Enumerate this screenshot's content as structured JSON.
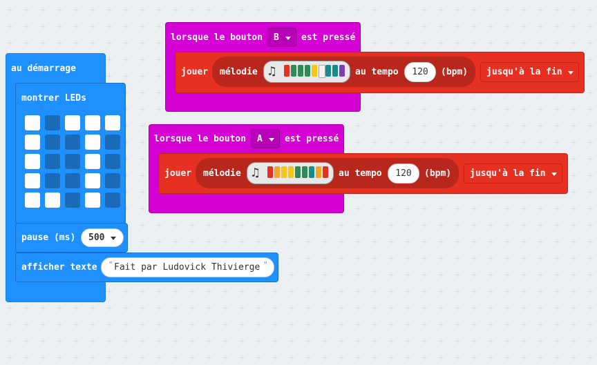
{
  "start_block": {
    "label": "au démarrage",
    "show_leds": {
      "label": "montrer LEDs",
      "grid": [
        [
          1,
          0,
          1,
          1,
          1
        ],
        [
          1,
          0,
          0,
          1,
          0
        ],
        [
          1,
          0,
          0,
          1,
          0
        ],
        [
          1,
          0,
          0,
          1,
          0
        ],
        [
          1,
          1,
          0,
          1,
          0
        ]
      ]
    },
    "pause": {
      "label": "pause (ms)",
      "value": "500"
    },
    "show_string": {
      "label": "afficher texte",
      "value": "Fait par Ludovick Thivierge"
    }
  },
  "button_b_block": {
    "prefix": "lorsque le bouton",
    "button": "B",
    "suffix": "est pressé",
    "play": {
      "label": "jouer",
      "melody_label": "mélodie",
      "notes": [
        "#e63022",
        "#2e8b57",
        "#2e8b57",
        "#2e8b57",
        "#f5c518",
        "#f2f2f2",
        "#1b8a8a",
        "#1b8a8a",
        "#7e3fb0"
      ],
      "tempo_label": "au tempo",
      "tempo": "120",
      "bpm_label": "(bpm)",
      "mode": "jusqu'à la fin"
    }
  },
  "button_a_block": {
    "prefix": "lorsque le bouton",
    "button": "A",
    "suffix": "est pressé",
    "play": {
      "label": "jouer",
      "melody_label": "mélodie",
      "notes": [
        "#e63022",
        "#f5a623",
        "#f5c518",
        "#f5c518",
        "#2e8b57",
        "#2e8b57",
        "#1b8a8a",
        "#f5a623",
        "#e63022"
      ],
      "tempo_label": "au tempo",
      "tempo": "120",
      "bpm_label": "(bpm)",
      "mode": "jusqu'à la fin"
    }
  },
  "colors": {
    "basic_blue": "#1e90ff",
    "input_magenta": "#d400d4",
    "music_red": "#e63022",
    "workspace_bg": "#eceff1"
  }
}
